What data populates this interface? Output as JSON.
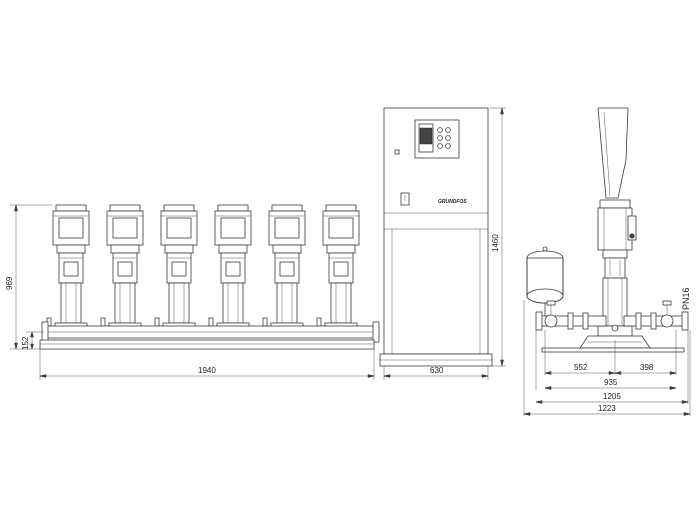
{
  "dimensions": {
    "front_width": "1940",
    "total_height": "969",
    "base_height": "152",
    "cabinet_width": "630",
    "cabinet_height": "1460",
    "side_inlet": "552",
    "side_outlet": "398",
    "side_span_1": "935",
    "side_span_2": "1205",
    "side_span_3": "1223",
    "pressure_rating": "PN16"
  },
  "brand_text": "GRUNDFOS"
}
